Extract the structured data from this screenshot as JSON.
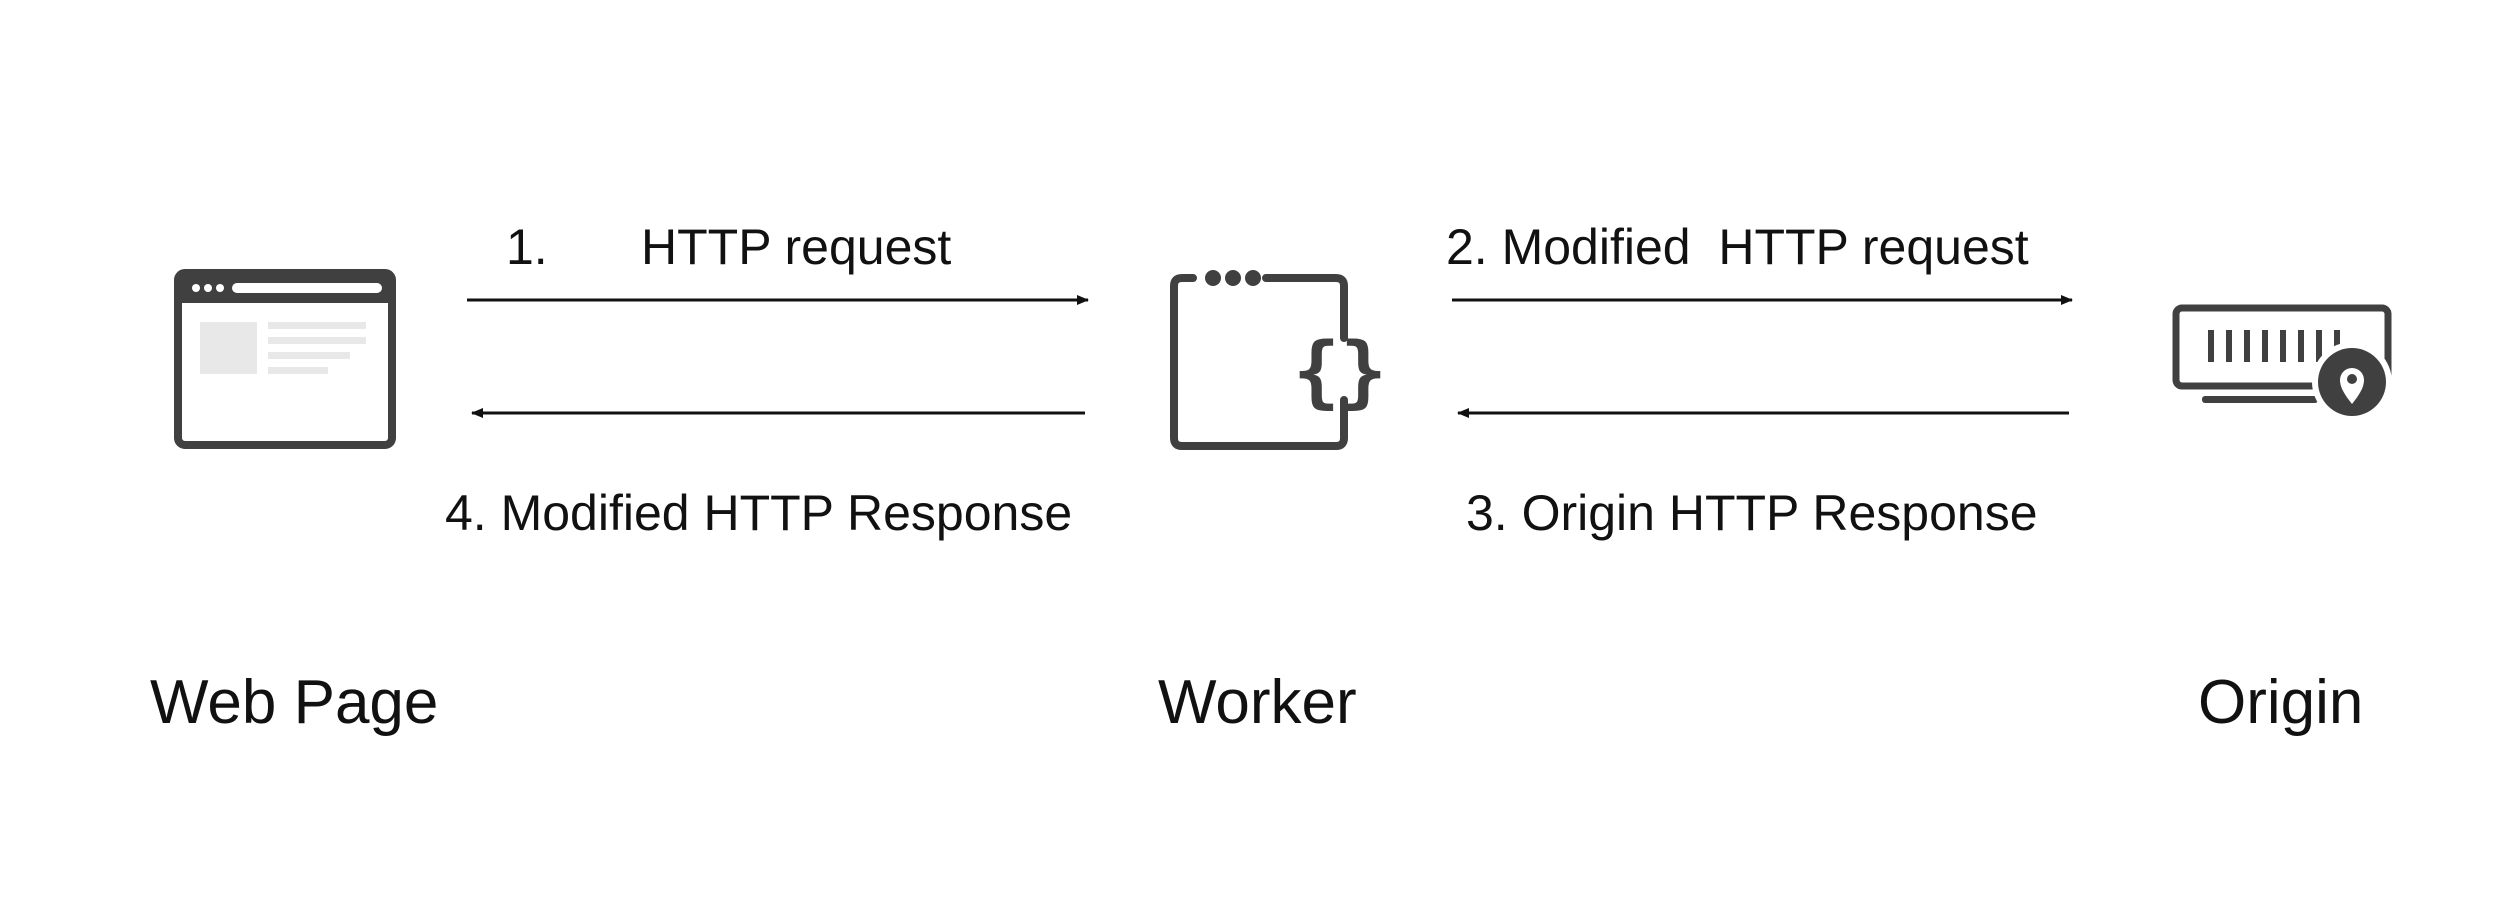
{
  "nodes": {
    "web_page": {
      "label": "Web Page",
      "icon": "browser-window-icon"
    },
    "worker": {
      "label": "Worker",
      "icon": "code-braces-window-icon"
    },
    "origin": {
      "label": "Origin",
      "icon": "server-location-icon"
    }
  },
  "edges": {
    "step1": {
      "number": "1.",
      "text": "HTTP request"
    },
    "step2": {
      "text": "2. Modified  HTTP request"
    },
    "step3": {
      "text": "3. Origin HTTP Response"
    },
    "step4": {
      "text": "4. Modified HTTP Response"
    }
  },
  "colors": {
    "icon": "#404040",
    "icon_light": "#e8e8e8",
    "arrow": "#111111",
    "text": "#111111"
  }
}
